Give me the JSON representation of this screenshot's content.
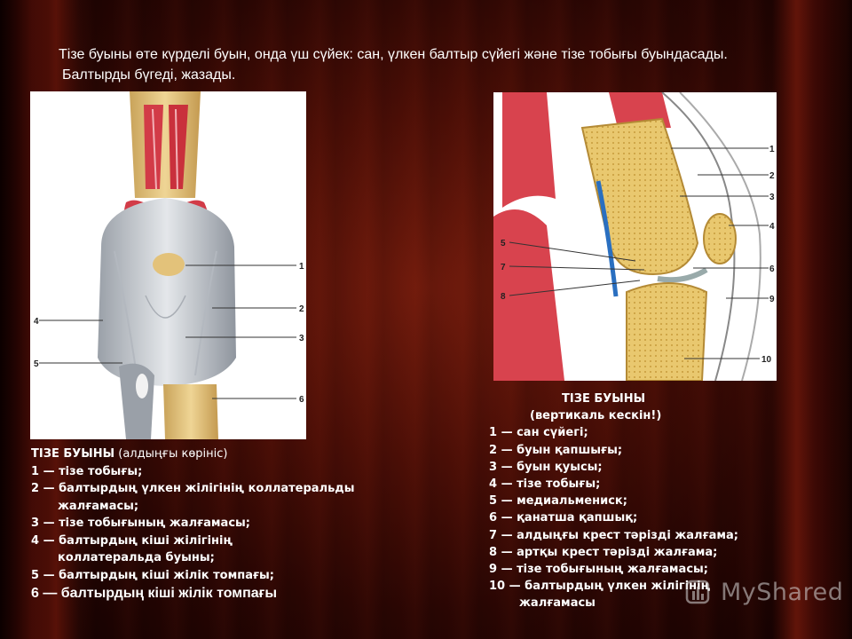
{
  "header": {
    "line1": "Тізе буыны өте күрделі буын, онда үш сүйек: сан, үлкен балтыр сүйегі және тізе тобығы буындасады.",
    "line2": "Балтырды бүгеді, жазады."
  },
  "figure1": {
    "labels": [
      "1",
      "2",
      "3",
      "4",
      "5",
      "6"
    ]
  },
  "figure2": {
    "labels": [
      "1",
      "2",
      "3",
      "4",
      "5",
      "6",
      "7",
      "8",
      "9",
      "10"
    ]
  },
  "caption1": {
    "title_bold": "ТІЗЕ БУЫНЫ",
    "title_rest": " (алдыңғы көрініс)",
    "items": [
      "1 — тізе тобығы;",
      "2 — балтырдың үлкен жілігінің коллатеральды",
      "жалғамасы;",
      "3 — тізе тобығының жалғамасы;",
      "4 — балтырдың кіші жілігінің",
      "коллатеральда буыны;",
      "5 — балтырдың кіші жілік томпағы;",
      "6 — балтырдың кіші жілік томпағы"
    ]
  },
  "caption2": {
    "title1": "ТІЗЕ БУЫНЫ",
    "title2": "(вертикаль кескін!)",
    "items": [
      "1 — сан сүйегі;",
      "2 — буын қапшығы;",
      "3 — буын қуысы;",
      "4 — тізе тобығы;",
      "5 — медиальмениск;",
      "6 — қанатша қапшық;",
      "7 — алдыңғы крест тәрізді жалғама;",
      "8 — артқы крест тәрізді жалғама;",
      "9 — тізе тобығының жалғамасы;",
      "10 — балтырдың үлкен жілігінің",
      "жалғамасы"
    ]
  },
  "watermark": {
    "text": "MyShared",
    "icon": "bar-chart-icon"
  },
  "colors": {
    "background": "#4a0e06",
    "text": "#ffffff",
    "bone": "#e6c77a",
    "muscle": "#d8434e",
    "ligament": "#cfd3d8"
  }
}
